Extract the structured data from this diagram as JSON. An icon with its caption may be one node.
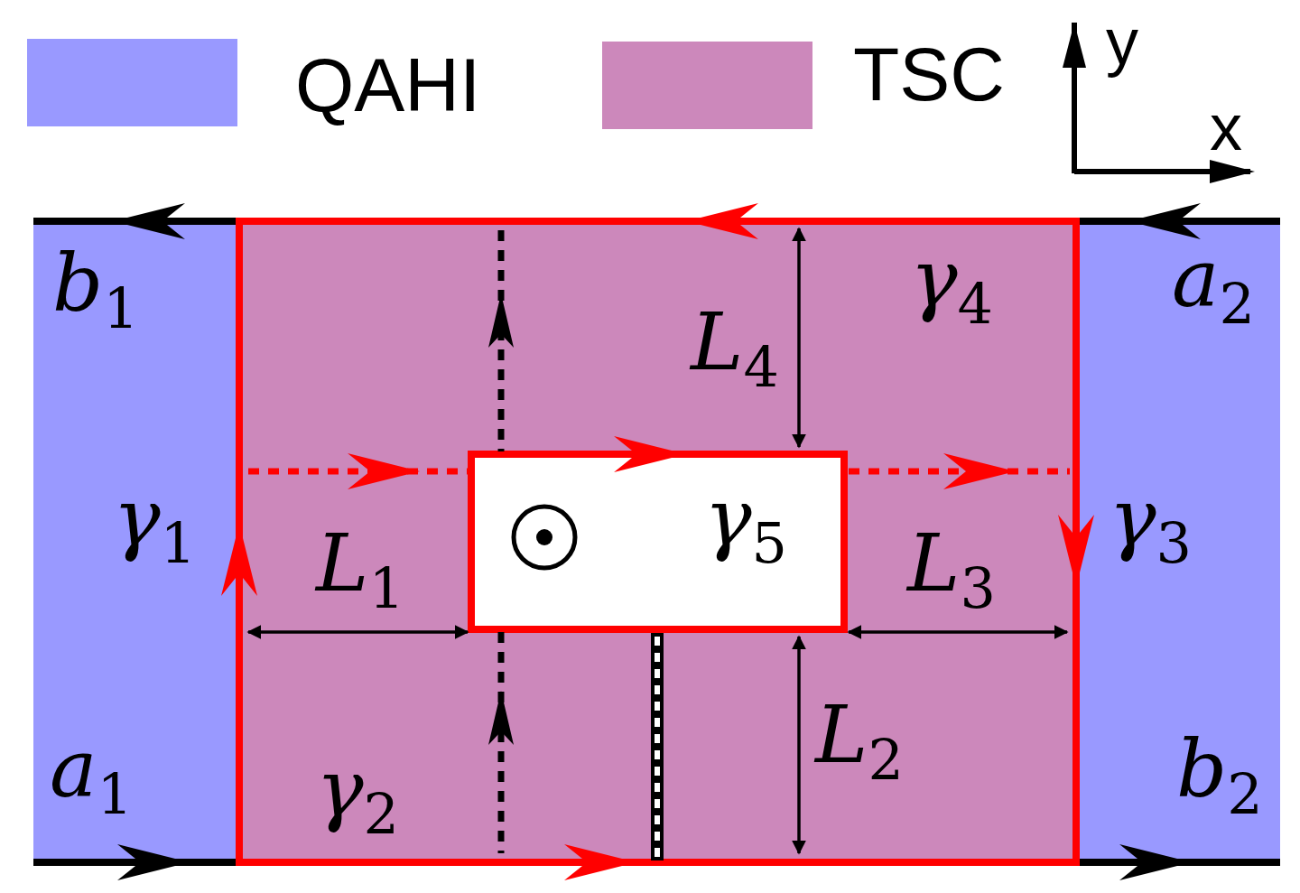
{
  "diagram": {
    "labels": [
      "y",
      "x",
      "*b*$_{1}$",
      "*γ*$_{4}$",
      "*a*$_{2}$",
      "*L*$_{4}$",
      "*γ*$_{1}$",
      "*γ*$_{5}$",
      "*L*$_{1}$",
      "*L*$_{3}$",
      "*γ*$_{3}$",
      "*L*$_{2}$",
      "*a*$_{1}$",
      "*γ*$_{2}$",
      "*b*$_{2}$"
    ],
    "legend": [
      {
        "text": "QAHI",
        "color": "#9999ff"
      },
      {
        "text": "TSC",
        "color": "#cc88bb"
      }
    ]
  }
}
